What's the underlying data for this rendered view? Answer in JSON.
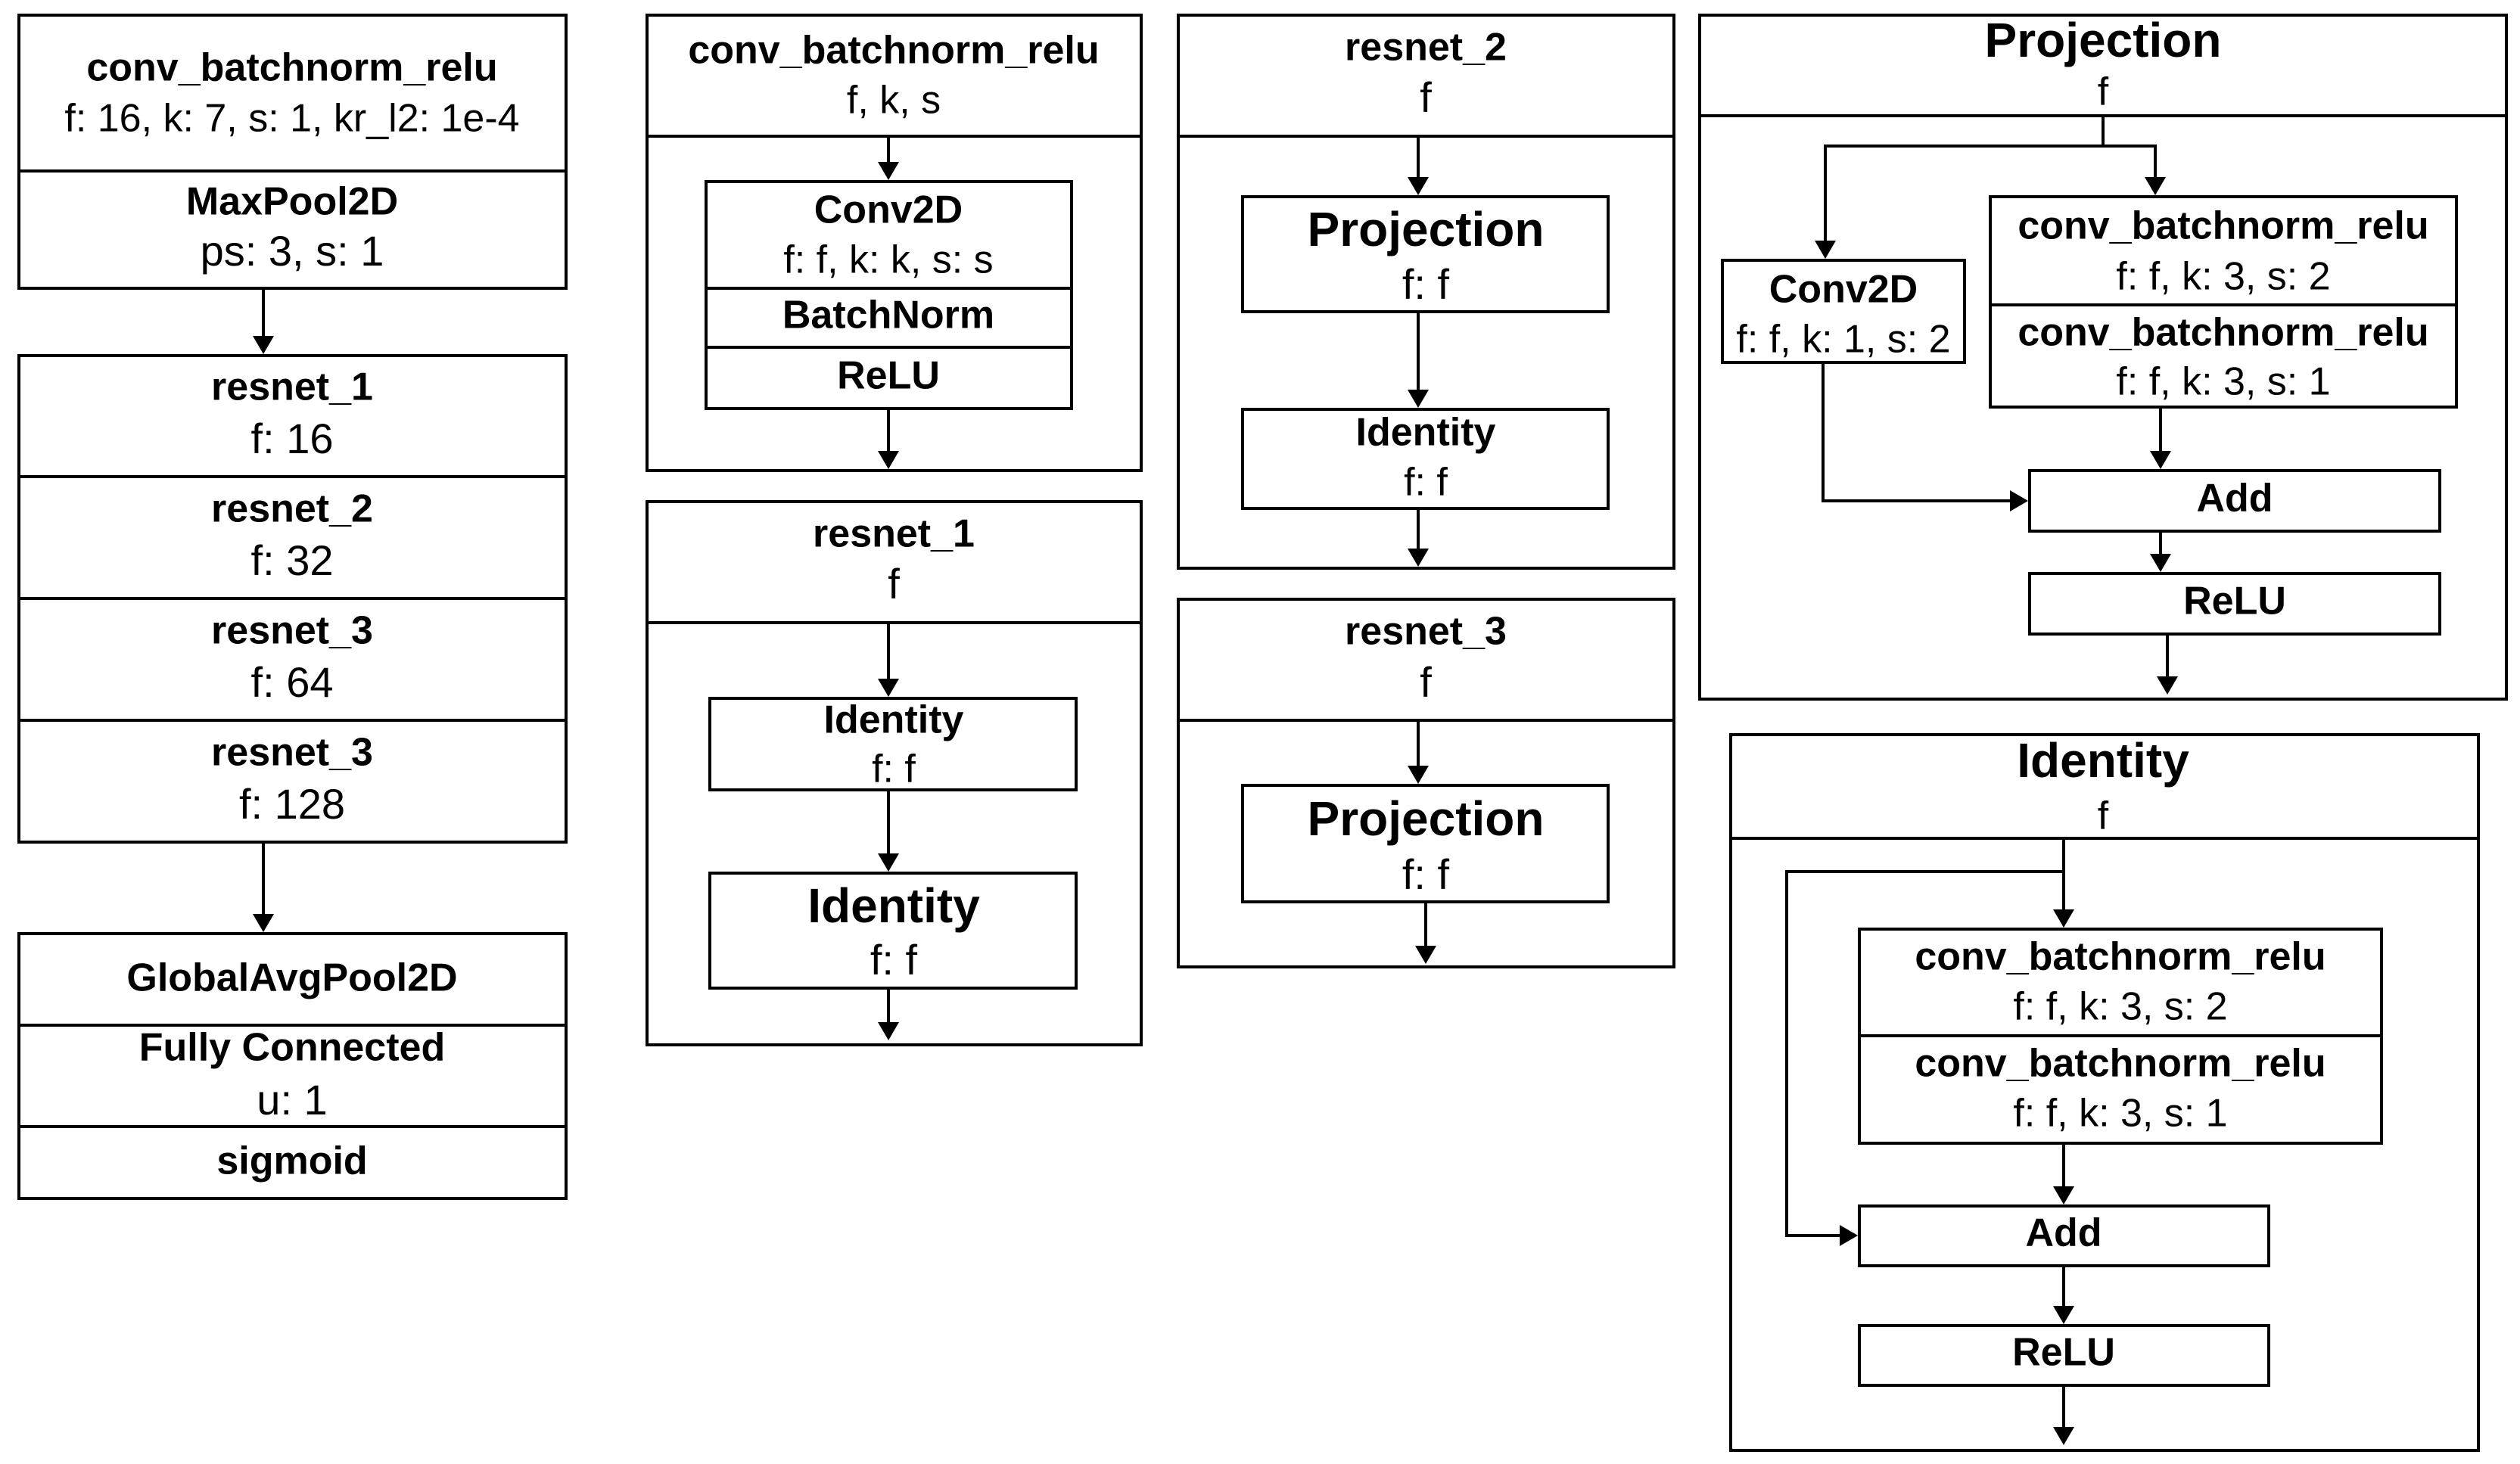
{
  "main": {
    "title": "conv_batchnorm_relu",
    "title_params": "f: 16, k: 7, s: 1, kr_l2: 1e-4",
    "maxpool": "MaxPool2D",
    "maxpool_params": "ps: 3, s: 1",
    "resnet_a": "resnet_1",
    "resnet_a_params": "f: 16",
    "resnet_b": "resnet_2",
    "resnet_b_params": "f: 32",
    "resnet_c": "resnet_3",
    "resnet_c_params": "f: 64",
    "resnet_d": "resnet_3",
    "resnet_d_params": "f: 128",
    "gap": "GlobalAvgPool2D",
    "fc": "Fully Connected",
    "fc_params": "u: 1",
    "sigmoid": "sigmoid"
  },
  "cbr": {
    "title": "conv_batchnorm_relu",
    "params": "f, k, s",
    "conv": "Conv2D",
    "conv_params": "f: f, k: k, s: s",
    "batchnorm": "BatchNorm",
    "relu": "ReLU"
  },
  "resnet1": {
    "title": "resnet_1",
    "params": "f",
    "identity_a": "Identity",
    "identity_a_params": "f: f",
    "identity_b": "Identity",
    "identity_b_params": "f: f"
  },
  "resnet2": {
    "title": "resnet_2",
    "params": "f",
    "projection": "Projection",
    "projection_params": "f: f",
    "identity": "Identity",
    "identity_params": "f: f"
  },
  "resnet3": {
    "title": "resnet_3",
    "params": "f",
    "projection": "Projection",
    "projection_params": "f: f"
  },
  "projection": {
    "title": "Projection",
    "params": "f",
    "conv": "Conv2D",
    "conv_params": "f: f, k: 1, s: 2",
    "cbr_a": "conv_batchnorm_relu",
    "cbr_a_params": "f: f, k: 3, s: 2",
    "cbr_b": "conv_batchnorm_relu",
    "cbr_b_params": "f: f, k: 3, s: 1",
    "add": "Add",
    "relu": "ReLU"
  },
  "identity": {
    "title": "Identity",
    "params": "f",
    "cbr_a": "conv_batchnorm_relu",
    "cbr_a_params": "f: f, k: 3, s: 2",
    "cbr_b": "conv_batchnorm_relu",
    "cbr_b_params": "f: f, k: 3, s: 1",
    "add": "Add",
    "relu": "ReLU"
  }
}
